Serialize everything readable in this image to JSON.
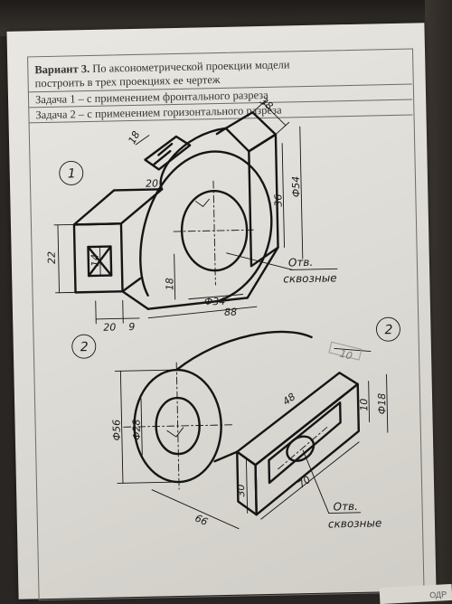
{
  "header": {
    "variant_label": "Вариант 3.",
    "line1_rest": "По аксонометрической проекции модели",
    "line2": "построить в трех проекциях ее чертеж",
    "line3": "Задача 1 – с применением фронтального разреза",
    "line4": "Задача 2 – с применением горизонтального разреза"
  },
  "model1": {
    "number": "1",
    "dims": {
      "d38": "38",
      "d18": "18",
      "d20top": "20",
      "d36": "36",
      "phi54": "Ф54",
      "d22": "22",
      "d14": "14",
      "d18v": "18",
      "phi34": "Ф34",
      "d88": "88",
      "d20": "20",
      "d9": "9"
    },
    "note_line1": "Отв.",
    "note_line2": "сквозные"
  },
  "model2": {
    "number": "2",
    "dims": {
      "d10top": "10",
      "phi56": "Ф56",
      "phi28": "Ф28",
      "d48": "48",
      "d10": "10",
      "phi18": "Ф18",
      "d30": "30",
      "d70": "70",
      "d66": "66"
    },
    "note_line1": "Отв.",
    "note_line2": "сквозные"
  },
  "scrap_text": "ОДР"
}
